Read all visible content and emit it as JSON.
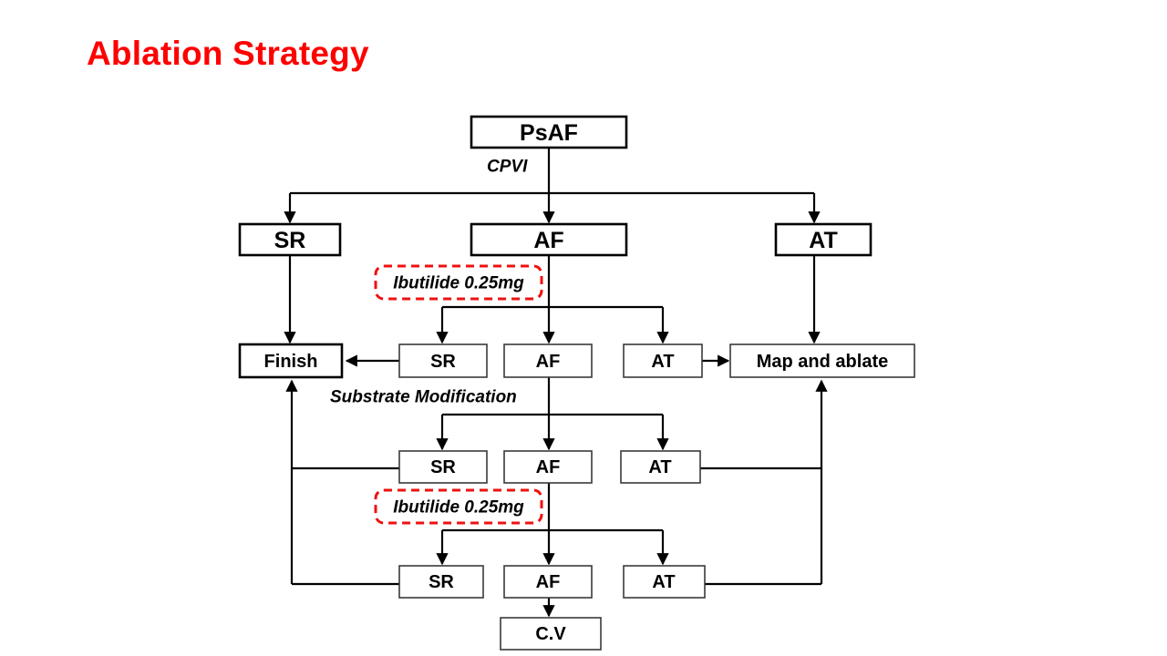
{
  "slide": {
    "title": "Ablation Strategy",
    "title_color": "#ff0000",
    "background": "#ffffff"
  },
  "diagram": {
    "type": "flowchart",
    "orientation": "top-down",
    "accent_color": "#ee1111",
    "line_color": "#000000",
    "nodes": {
      "root": "PsAF",
      "r2_sr": "SR",
      "r2_af": "AF",
      "r2_at": "AT",
      "r3_finish": "Finish",
      "r3_sr": "SR",
      "r3_af": "AF",
      "r3_at": "AT",
      "r3_map": "Map and ablate",
      "r4_sr": "SR",
      "r4_af": "AF",
      "r4_at": "AT",
      "r5_sr": "SR",
      "r5_af": "AF",
      "r5_at": "AT",
      "r6_cv": "C.V"
    },
    "annotations": {
      "cpvi": "CPVI",
      "substrate": "Substrate Modification",
      "drug_1": "Ibutilide  0.25mg",
      "drug_2": "Ibutilide  0.25mg"
    }
  }
}
